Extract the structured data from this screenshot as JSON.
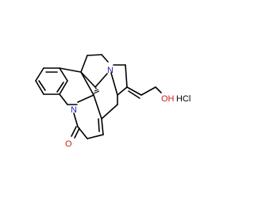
{
  "atoms": {
    "n_indole": "N",
    "n_amine": "N",
    "o_carbonyl": "O",
    "oh_group": "OH",
    "salt": "HCl"
  },
  "colors": {
    "bond": "#000000",
    "nitrogen": "#2323b0",
    "oxygen": "#c81e1e",
    "background": "#ffffff"
  }
}
